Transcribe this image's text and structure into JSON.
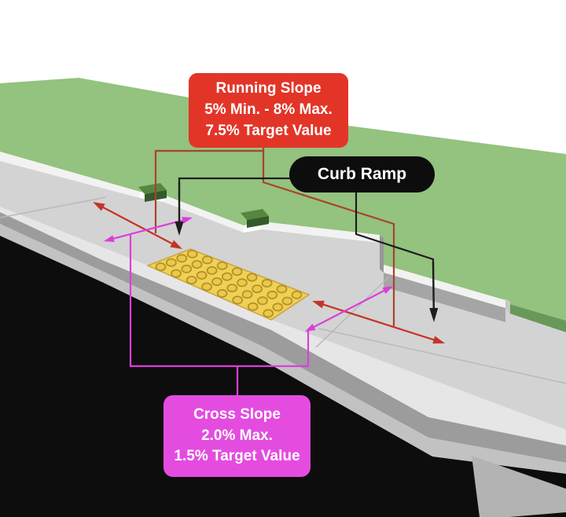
{
  "labels": {
    "running_slope": {
      "line1": "Running Slope",
      "line2": "5% Min. - 8% Max.",
      "line3": "7.5% Target Value",
      "bg": "#e23528",
      "text_color": "#ffffff"
    },
    "curb_ramp": {
      "line1": "Curb Ramp",
      "bg": "#0d0d0d",
      "text_color": "#ffffff"
    },
    "cross_slope": {
      "line1": "Cross Slope",
      "line2": "2.0% Max.",
      "line3": "1.5% Target Value",
      "bg": "#e44ce0",
      "text_color": "#ffffff"
    }
  },
  "scene": {
    "colors": {
      "background": "#ffffff",
      "grass": "#94c27f",
      "grass_shadow": "#68985a",
      "grass_block_top": "#56863f",
      "grass_block_face": "#34592b",
      "sidewalk": "#d3d3d3",
      "curb_strip": "#f2f2f2",
      "strip_cap": "#c8c8c8",
      "step_face": "#979797",
      "back_curb_face": "#a5a5a5",
      "gutter_white": "#e6e6e6",
      "gutter_mid": "#9c9c9c",
      "gutter_light": "#c2c2c2",
      "street": "#0d0d0d",
      "street_gutter_band": "#b3b3b3",
      "pad": "#f0d155",
      "pad_edge": "#c9a53b",
      "pad_dot_fill": "#ecc847",
      "pad_dot_ring": "#b2922c",
      "red_connector": "#a8432c",
      "red_arrow": "#c43427",
      "magenta_line": "#da3fd8",
      "black_line": "#1d1d1d"
    }
  }
}
